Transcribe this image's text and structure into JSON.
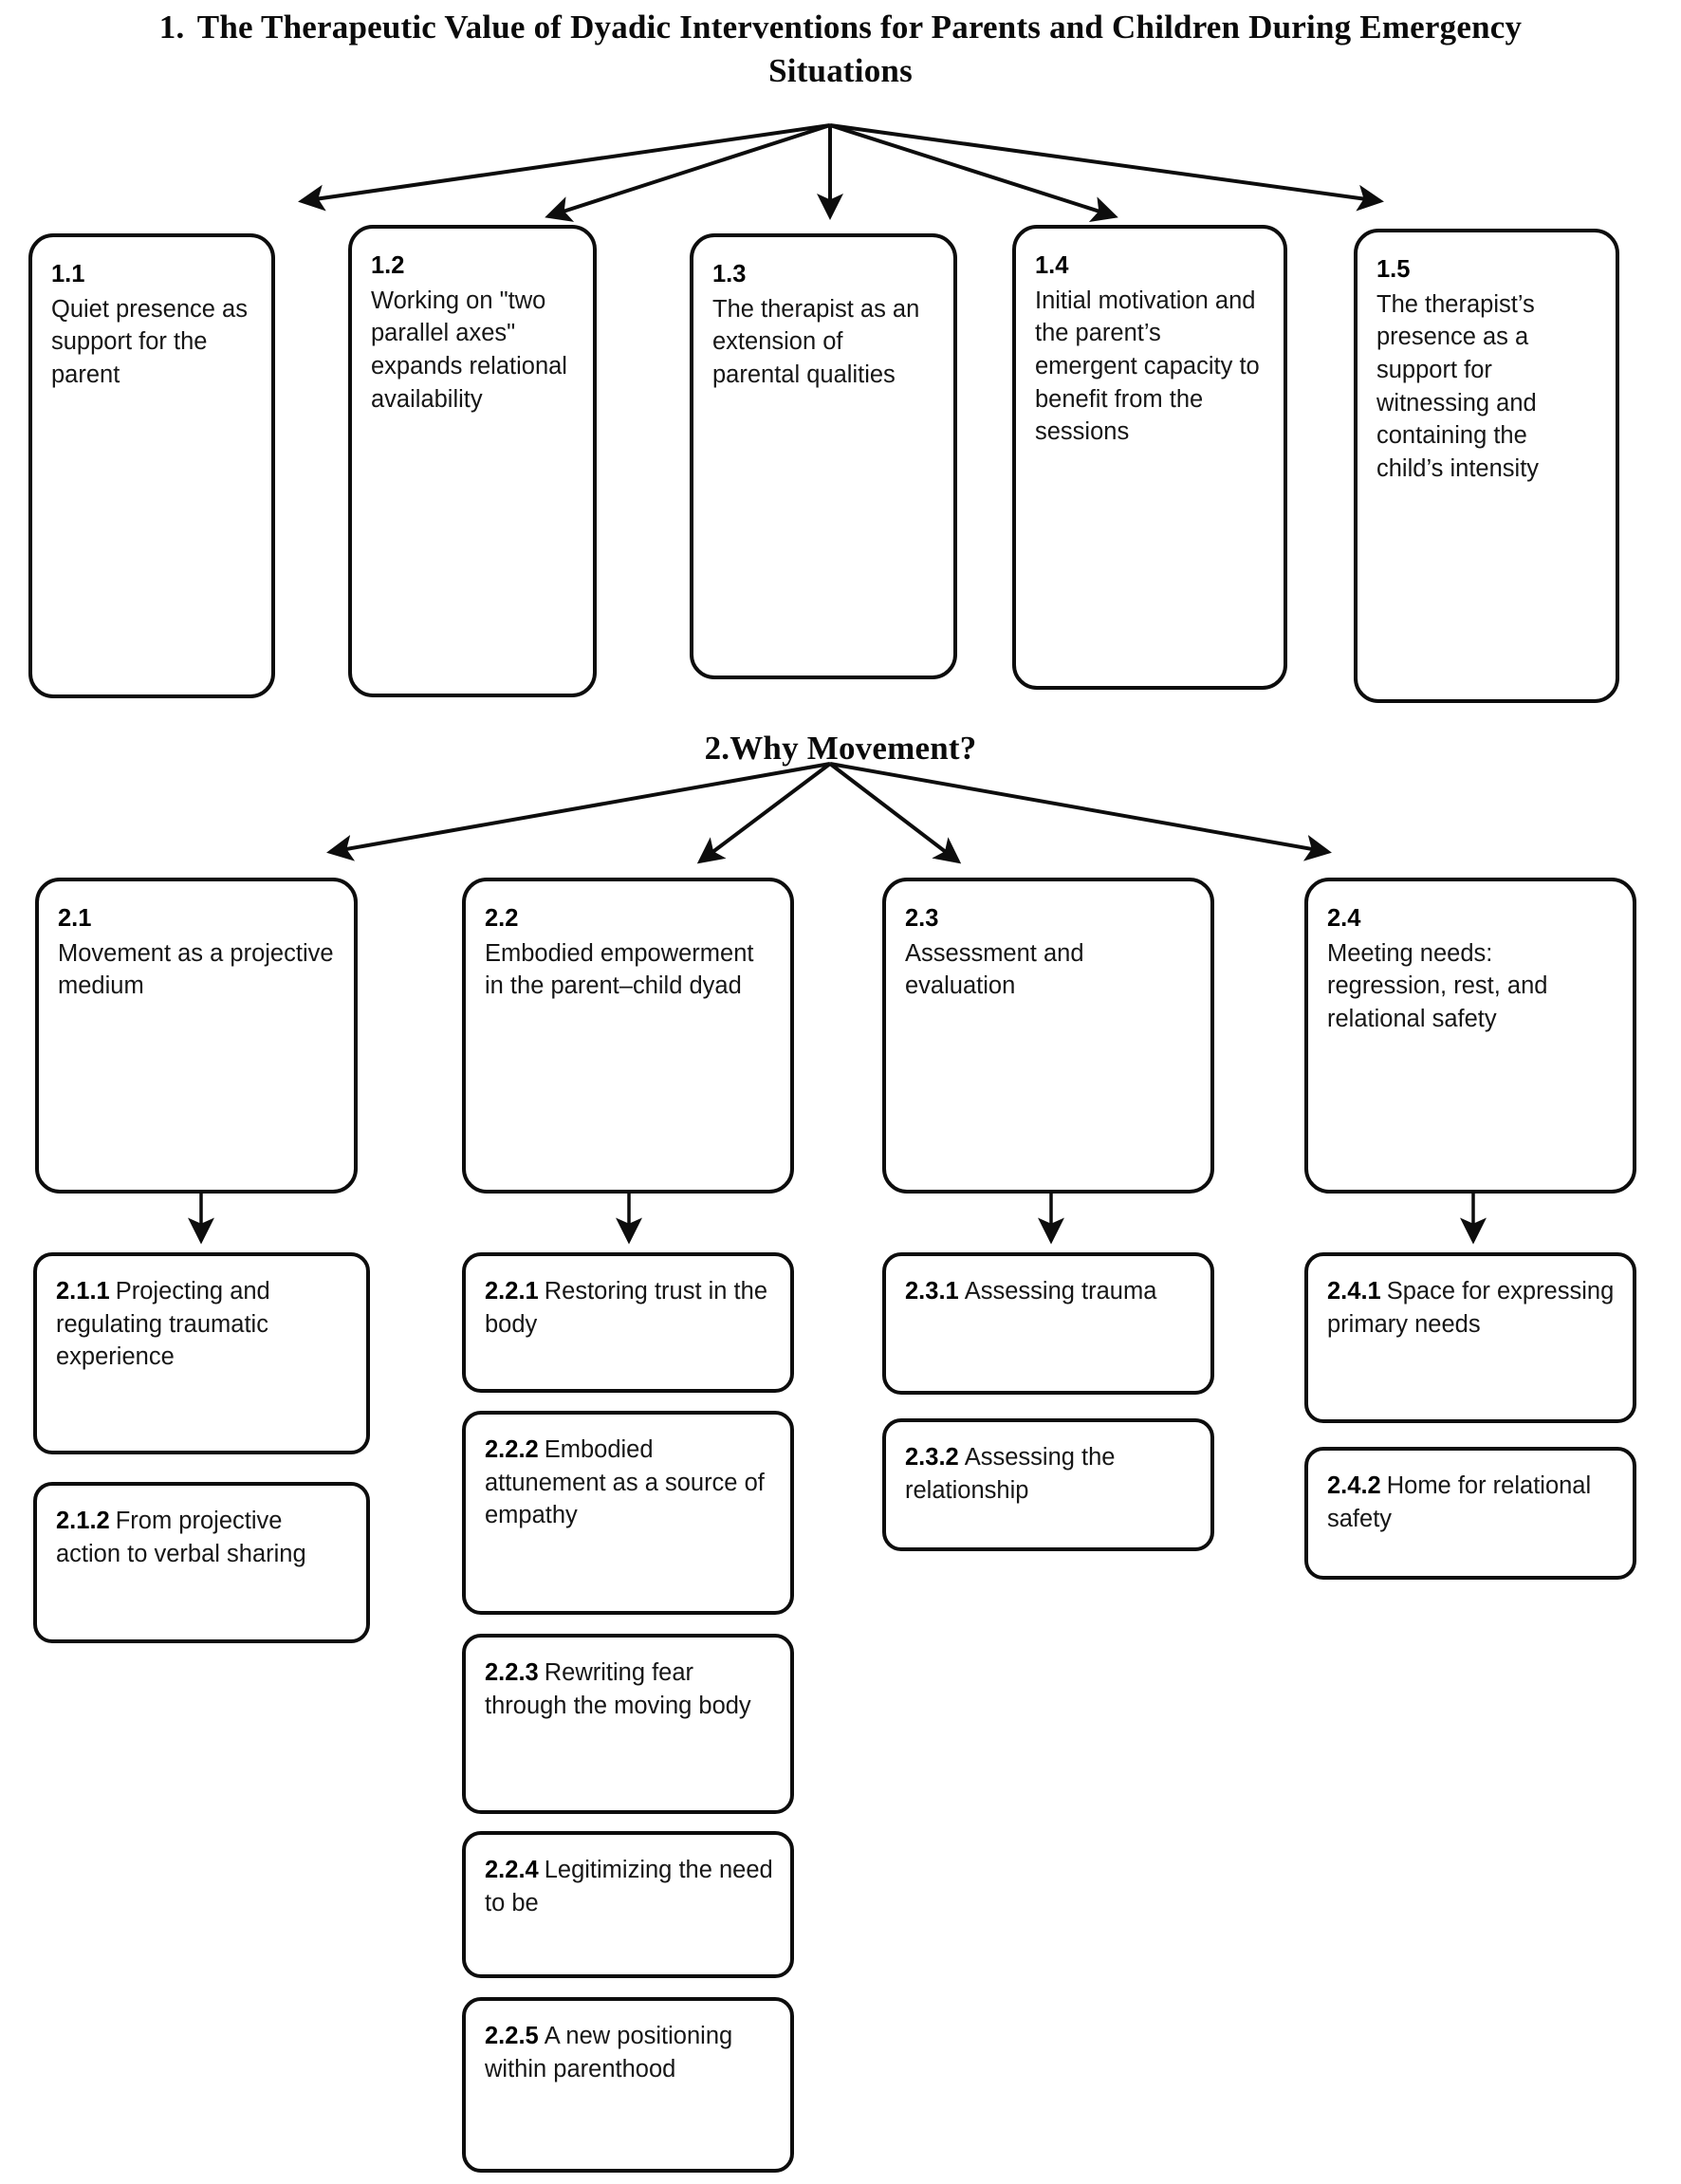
{
  "diagram": {
    "sections": [
      {
        "id": "section-1",
        "number": "1.",
        "title": "The Therapeutic Value of Dyadic Interventions for Parents and Children During Emergency Situations",
        "children": [
          {
            "code": "1.1",
            "text": "Quiet presence as support for the parent"
          },
          {
            "code": "1.2",
            "text": "Working on \"two parallel axes\" expands relational availability"
          },
          {
            "code": "1.3",
            "text": "The therapist as an extension of parental qualities"
          },
          {
            "code": "1.4",
            "text": "Initial motivation and the parent’s emergent capacity to benefit from the sessions"
          },
          {
            "code": "1.5",
            "text": "The therapist’s presence as a support for witnessing and containing the child’s intensity"
          }
        ]
      },
      {
        "id": "section-2",
        "number": "2.",
        "title": "Why Movement?",
        "children": [
          {
            "code": "2.1",
            "text": "Movement as a projective medium",
            "subitems": [
              {
                "code": "2.1.1",
                "text": "Projecting and regulating traumatic experience"
              },
              {
                "code": "2.1.2",
                "text": "From projective action to verbal sharing"
              }
            ]
          },
          {
            "code": "2.2",
            "text": "Embodied empowerment in the parent–child dyad",
            "subitems": [
              {
                "code": "2.2.1",
                "text": "Restoring trust in the body"
              },
              {
                "code": "2.2.2",
                "text": "Embodied attunement as a source of empathy"
              },
              {
                "code": "2.2.3",
                "text": "Rewriting fear through the moving body"
              },
              {
                "code": "2.2.4",
                "text": "Legitimizing the need to be"
              },
              {
                "code": "2.2.5",
                "text": "A new positioning within parenthood"
              }
            ]
          },
          {
            "code": "2.3",
            "text": "Assessment and evaluation",
            "subitems": [
              {
                "code": "2.3.1",
                "text": "Assessing trauma"
              },
              {
                "code": "2.3.2",
                "text": "Assessing the relationship"
              }
            ]
          },
          {
            "code": "2.4",
            "text": "Meeting needs: regression, rest, and relational safety",
            "subitems": [
              {
                "code": "2.4.1",
                "text": "Space for expressing primary needs"
              },
              {
                "code": "2.4.2",
                "text": "Home for relational safety"
              }
            ]
          }
        ]
      }
    ],
    "colors": {
      "stroke": "#0d0d0d",
      "background": "#ffffff",
      "text": "#161616"
    }
  }
}
